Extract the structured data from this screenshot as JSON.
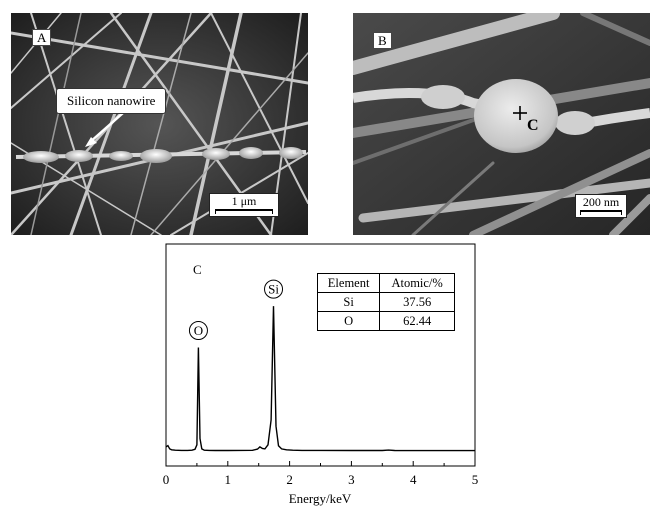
{
  "panel_a": {
    "label": "A",
    "callout": "Silicon nanowire",
    "scale_bar": "1 μm"
  },
  "panel_b": {
    "label": "B",
    "point_label": "C",
    "scale_bar": "200 nm"
  },
  "panel_c": {
    "label": "C",
    "table": {
      "headers": [
        "Element",
        "Atomic/%"
      ],
      "rows": [
        [
          "Si",
          "37.56"
        ],
        [
          "O",
          "62.44"
        ]
      ]
    }
  },
  "chart_data": {
    "type": "line",
    "xlabel": "Energy/keV",
    "ylabel": "",
    "xlim": [
      0,
      5
    ],
    "x_ticks": [
      "0",
      "1",
      "2",
      "3",
      "4",
      "5"
    ],
    "grid": false,
    "peak_labels": [
      {
        "label": "O",
        "x": 0.525
      },
      {
        "label": "Si",
        "x": 1.74
      }
    ],
    "series": [
      {
        "x": [
          0,
          0.03,
          0.06,
          0.09,
          0.15,
          0.25,
          0.35,
          0.42,
          0.47,
          0.5,
          0.525,
          0.55,
          0.58,
          0.62,
          0.7,
          0.8,
          1.0,
          1.2,
          1.4,
          1.48,
          1.52,
          1.56,
          1.6,
          1.65,
          1.7,
          1.74,
          1.78,
          1.82,
          1.87,
          1.95,
          2.05,
          2.2,
          2.5,
          3.0,
          3.5,
          3.6,
          3.7,
          4.0,
          4.5,
          5.0
        ],
        "y": [
          2,
          2.6,
          1.0,
          0.6,
          0.4,
          0.3,
          0.3,
          0.4,
          0.8,
          3.0,
          50,
          6.0,
          1.0,
          0.4,
          0.3,
          0.25,
          0.25,
          0.3,
          0.35,
          0.9,
          2.0,
          1.2,
          1.0,
          3.0,
          15,
          70,
          12,
          2.5,
          1.0,
          0.6,
          0.4,
          0.3,
          0.3,
          0.25,
          0.25,
          0.45,
          0.25,
          0.2,
          0.2,
          0.2
        ]
      }
    ],
    "ylim": [
      0,
      100
    ]
  }
}
